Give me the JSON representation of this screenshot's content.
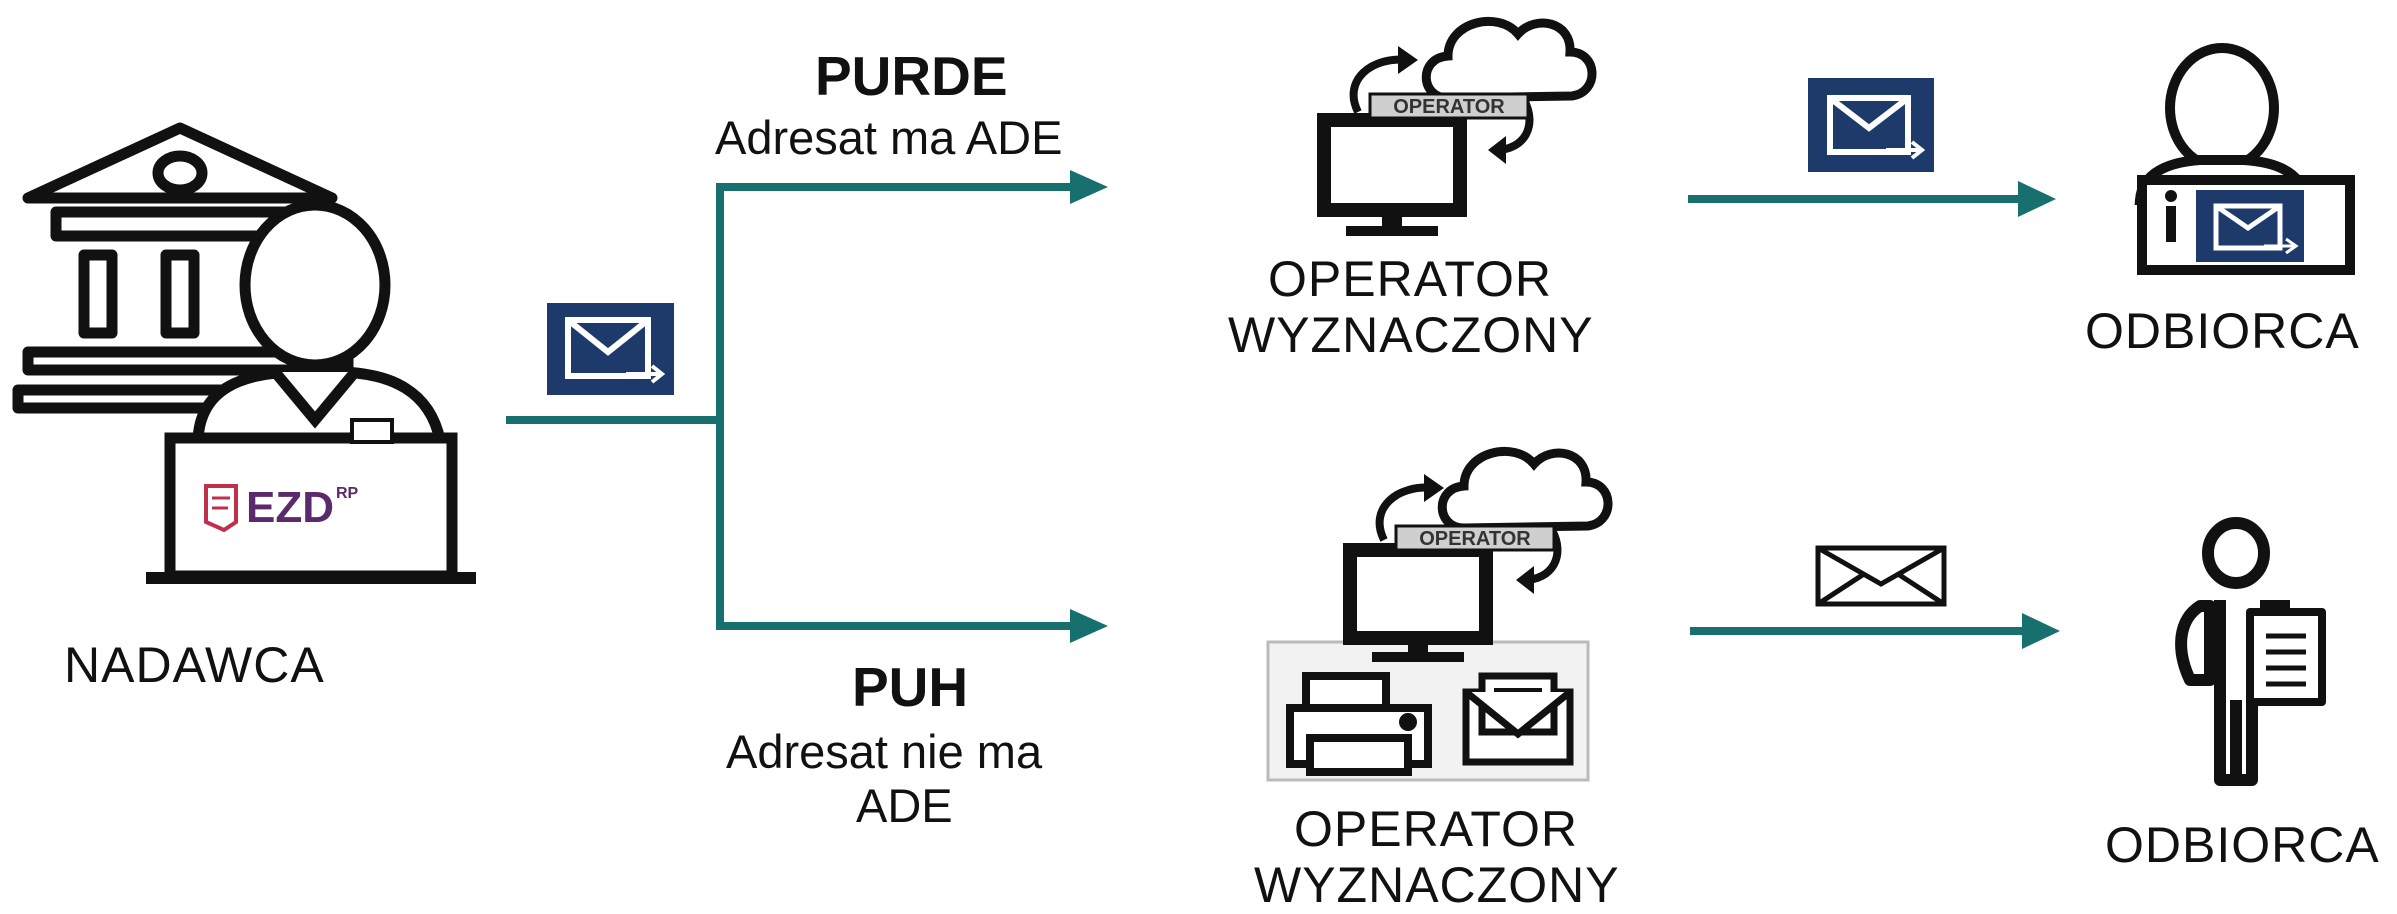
{
  "sender": {
    "label": "NADAWCA",
    "logo_text": "EZD",
    "logo_sup": "RP"
  },
  "purde": {
    "title": "PURDE",
    "subtitle": "Adresat ma ADE"
  },
  "puh": {
    "title": "PUH",
    "subtitle_line1": "Adresat nie ma",
    "subtitle_line2": "ADE"
  },
  "operator_top": {
    "badge": "OPERATOR",
    "label_line1": "OPERATOR",
    "label_line2": "WYZNACZONY"
  },
  "operator_bottom": {
    "badge": "OPERATOR",
    "label_line1": "OPERATOR",
    "label_line2": "WYZNACZONY"
  },
  "recipient_top": {
    "label": "ODBIORCA"
  },
  "recipient_bottom": {
    "label": "ODBIORCA"
  },
  "colors": {
    "arrow": "#17706e",
    "envelope_bg": "#1d3a6b",
    "logo": "#c0304a",
    "logo_text": "#5a2a6a"
  },
  "icons": [
    "bank-icon",
    "person-icon",
    "laptop-icon",
    "email-icon",
    "computer-icon",
    "cloud-icon",
    "printer-icon",
    "letter-icon",
    "envelope-icon",
    "document-icon"
  ]
}
